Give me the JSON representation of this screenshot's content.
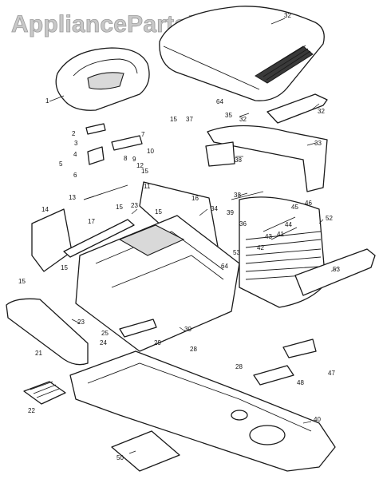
{
  "watermark": "AppliancePartsPros.com",
  "callouts": {
    "c1": "1",
    "c2": "2",
    "c3": "3",
    "c4": "4",
    "c5": "5",
    "c6": "6",
    "c7": "7",
    "c8": "8",
    "c9": "9",
    "c10": "10",
    "c11": "11",
    "c12": "12",
    "c13": "13",
    "c14": "14",
    "c15a": "15",
    "c15b": "15",
    "c15c": "15",
    "c15d": "15",
    "c15e": "15",
    "c15f": "15",
    "c16": "16",
    "c17": "17",
    "c21": "21",
    "c22": "22",
    "c23a": "23",
    "c23b": "23",
    "c24": "24",
    "c25": "25",
    "c28a": "28",
    "c28b": "28",
    "c29": "29",
    "c30": "30",
    "c32a": "32",
    "c32b": "32",
    "c32c": "32",
    "c33": "33",
    "c34": "34",
    "c35": "35",
    "c36": "36",
    "c37": "37",
    "c38a": "38",
    "c38b": "38",
    "c39": "39",
    "c40": "40",
    "c41": "41",
    "c42": "42",
    "c43": "43",
    "c44": "44",
    "c45": "45",
    "c46": "46",
    "c47": "47",
    "c48": "48",
    "c50": "50",
    "c52": "52",
    "c53a": "53",
    "c53b": "53",
    "c64a": "64",
    "c64b": "64"
  }
}
